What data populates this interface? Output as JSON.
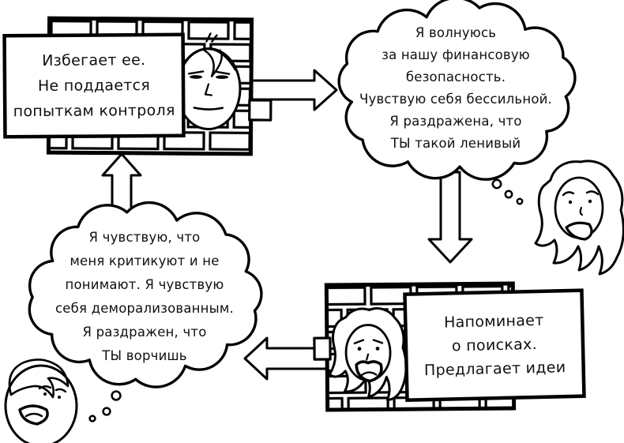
{
  "page": {
    "title": "conflict-cycle-illustration",
    "background_color": "#ffffff",
    "ink_color": "#000000"
  },
  "nodes": {
    "top_left_box": {
      "kind": "behavior-box-on-brick-wall",
      "person": "man-behind-wall",
      "lines": [
        "Избегает ее.",
        "Не поддается",
        "попыткам контроля"
      ]
    },
    "top_right_cloud": {
      "kind": "thought-cloud",
      "person": "woman-thinking",
      "lines": [
        "Я волнуюсь",
        "за нашу финансовую",
        "безопасность.",
        "Чувствую себя бессильной.",
        "Я раздражена, что",
        "ТЫ такой ленивый"
      ]
    },
    "bottom_right_box": {
      "kind": "behavior-box-on-brick-wall",
      "person": "woman-behind-wall",
      "lines": [
        "Напоминает",
        "о поисках.",
        "Предлагает идеи"
      ]
    },
    "bottom_left_cloud": {
      "kind": "thought-cloud",
      "person": "man-thinking",
      "lines": [
        "Я чувствую, что",
        "меня критикуют и не",
        "понимают. Я чувствую",
        "себя деморализованным.",
        "Я раздражен, что",
        "ТЫ ворчишь"
      ]
    }
  },
  "flow": [
    {
      "from": "top_left_box",
      "to": "top_right_cloud",
      "arrow": "right"
    },
    {
      "from": "top_right_cloud",
      "to": "bottom_right_box",
      "arrow": "down"
    },
    {
      "from": "bottom_right_box",
      "to": "bottom_left_cloud",
      "arrow": "left"
    },
    {
      "from": "bottom_left_cloud",
      "to": "top_left_box",
      "arrow": "up"
    }
  ]
}
